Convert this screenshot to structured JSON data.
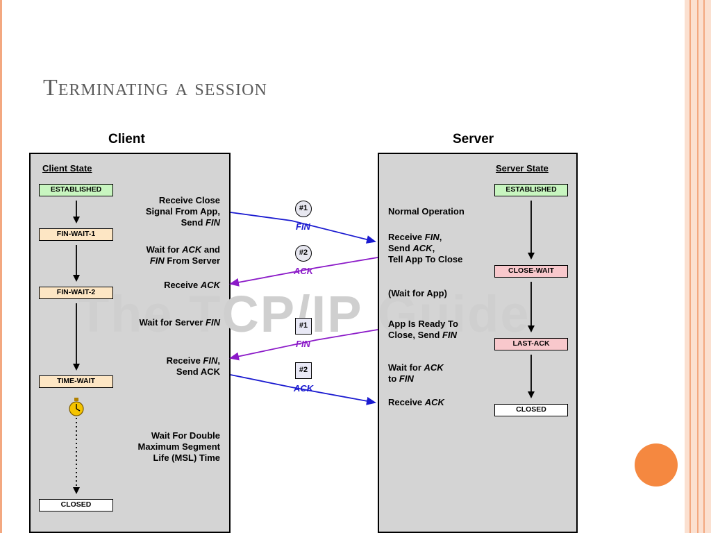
{
  "slide": {
    "title": "Terminating a session",
    "watermark": "The TCP/IP Guide"
  },
  "client": {
    "heading": "Client",
    "state_heading": "Client State",
    "states": [
      "ESTABLISHED",
      "FIN-WAIT-1",
      "FIN-WAIT-2",
      "TIME-WAIT",
      "CLOSED"
    ],
    "steps": {
      "s1_line1": "Receive Close",
      "s1_line2": "Signal From App,",
      "s1_line3": "Send ",
      "s1_line3_em": "FIN",
      "s2_line1": "Wait for ",
      "s2_line1_em": "ACK",
      "s2_line1_end": " and",
      "s2_line2_em": "FIN",
      "s2_line2": " From Server",
      "s3": "Receive ",
      "s3_em": "ACK",
      "s4": "Wait for Server ",
      "s4_em": "FIN",
      "s5_line1": "Receive ",
      "s5_line1_em": "FIN",
      "s5_line1_end": ",",
      "s5_line2": "Send ACK",
      "s6_line1": "Wait For Double",
      "s6_line2": "Maximum Segment",
      "s6_line3": "Life (MSL) Time"
    }
  },
  "server": {
    "heading": "Server",
    "state_heading": "Server State",
    "states": [
      "ESTABLISHED",
      "CLOSE-WAIT",
      "LAST-ACK",
      "CLOSED"
    ],
    "steps": {
      "s1": "Normal Operation",
      "s2_line1": "Receive ",
      "s2_line1_em": "FIN",
      "s2_line1_end": ",",
      "s2_line2": "Send ",
      "s2_line2_em": "ACK",
      "s2_line2_end": ",",
      "s2_line3": "Tell App To Close",
      "s3": "(Wait for App)",
      "s4_line1": "App Is Ready To",
      "s4_line2": "Close, Send ",
      "s4_line2_em": "FIN",
      "s5_line1": "Wait for ",
      "s5_line1_em": "ACK",
      "s5_line2": "to ",
      "s5_line2_em": "FIN",
      "s6": "Receive ",
      "s6_em": "ACK"
    }
  },
  "messages": [
    {
      "badge": "#1",
      "label": "FIN",
      "color": "#1a1ad0"
    },
    {
      "badge": "#2",
      "label": "ACK",
      "color": "#8b1ac8"
    },
    {
      "badge": "#1",
      "label": "FIN",
      "color": "#8b1ac8"
    },
    {
      "badge": "#2",
      "label": "ACK",
      "color": "#1a1ad0"
    }
  ],
  "colors": {
    "established": "#c8f5c0",
    "fin_wait": "#fde6c4",
    "close_wait": "#f8c8cc",
    "closed": "#ffffff",
    "panel": "#d4d4d4",
    "accent": "#f58840"
  }
}
